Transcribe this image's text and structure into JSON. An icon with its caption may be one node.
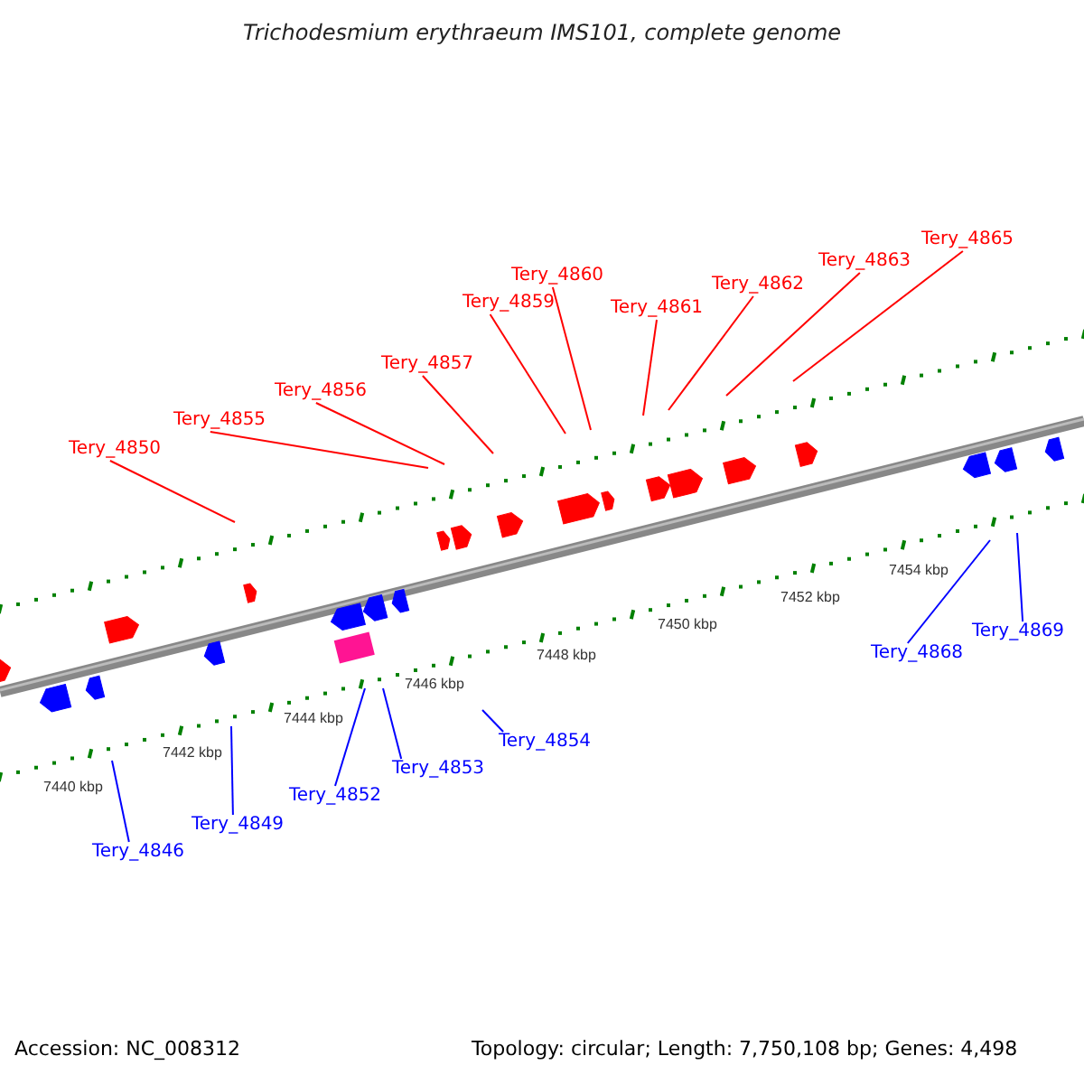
{
  "diagram": {
    "title": "Trichodesmium erythraeum IMS101, complete genome",
    "nodes": [
      {
        "text": [
          "Tery_4850"
        ]
      },
      {
        "text": [
          "Tery_4855"
        ]
      },
      {
        "text": [
          "Tery_4856"
        ]
      },
      {
        "text": [
          "Tery_4857"
        ]
      },
      {
        "text": [
          "Tery_4859"
        ]
      },
      {
        "text": [
          "Tery_4860"
        ]
      },
      {
        "text": [
          "Tery_4861"
        ]
      },
      {
        "text": [
          "Tery_4862"
        ]
      },
      {
        "text": [
          "Tery_4863"
        ]
      },
      {
        "text": [
          "Tery_4865"
        ]
      },
      {
        "text": [
          "Tery_4846"
        ]
      },
      {
        "text": [
          "Tery_4849"
        ]
      },
      {
        "text": [
          "Tery_4852"
        ]
      },
      {
        "text": [
          "Tery_4853"
        ]
      },
      {
        "text": [
          "Tery_4854"
        ]
      },
      {
        "text": [
          "Tery_4868"
        ]
      },
      {
        "text": [
          "Tery_4869"
        ]
      }
    ],
    "edges": [
      {
        "from": 0,
        "to": null,
        "arrow": "none"
      },
      {
        "from": 1,
        "to": null,
        "arrow": "none"
      },
      {
        "from": 2,
        "to": null,
        "arrow": "none"
      },
      {
        "from": 3,
        "to": null,
        "arrow": "none"
      },
      {
        "from": 4,
        "to": null,
        "arrow": "none"
      },
      {
        "from": 5,
        "to": null,
        "arrow": "none"
      },
      {
        "from": 6,
        "to": null,
        "arrow": "none"
      },
      {
        "from": 7,
        "to": null,
        "arrow": "none"
      },
      {
        "from": 8,
        "to": null,
        "arrow": "none"
      },
      {
        "from": 9,
        "to": null,
        "arrow": "none"
      },
      {
        "from": 10,
        "to": null,
        "arrow": "none",
        "color": "#0000ff"
      },
      {
        "from": 11,
        "to": null,
        "arrow": "none",
        "color": "#0000ff"
      },
      {
        "from": 12,
        "to": null,
        "arrow": "none",
        "color": "#0000ff"
      },
      {
        "from": 13,
        "to": null,
        "arrow": "none",
        "color": "#0000ff"
      },
      {
        "from": 14,
        "to": null,
        "arrow": "none",
        "color": "#0000ff"
      },
      {
        "from": 15,
        "to": null,
        "arrow": "none",
        "color": "#0000ff"
      },
      {
        "from": 16,
        "to": null,
        "arrow": "none",
        "color": "#0000ff"
      }
    ],
    "labels": [
      "7440 kbp",
      "7442 kbp",
      "7444 kbp",
      "7446 kbp",
      "7448 kbp",
      "7450 kbp",
      "7452 kbp",
      "7454 kbp",
      "Accession: NC_008312",
      "Topology: circular; Length: 7,750,108 bp; Genes: 4,498"
    ]
  }
}
